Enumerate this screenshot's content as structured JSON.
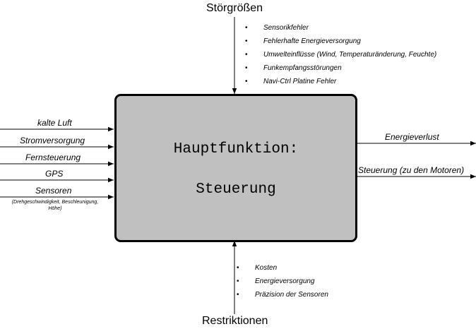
{
  "top": {
    "title": "Störgrößen",
    "items": [
      "Sensorikfehler",
      "Fehlerhafte Energieversorgung",
      "Umwelteinflüsse (Wind, Temperaturänderung, Feuchte)",
      "Funkempfangsstörungen",
      "Navi-Ctrl Platine Fehler"
    ]
  },
  "main": {
    "line1": "Hauptfunktion:",
    "line2": "Steuerung"
  },
  "inputs": [
    "kalte Luft",
    "Stromversorgung",
    "Fernsteuerung",
    "GPS",
    "Sensoren"
  ],
  "inputs_note": {
    "line1": "(Drehgeschwindigkeit, Beschleunigung,",
    "line2": "Höhe)"
  },
  "outputs": [
    "Energieverlust",
    "Steuerung (zu den Motoren)"
  ],
  "bottom": {
    "title": "Restriktionen",
    "items": [
      "Kosten",
      "Energieversorgung",
      "Präzision der Sensoren"
    ]
  },
  "bullet": "•"
}
